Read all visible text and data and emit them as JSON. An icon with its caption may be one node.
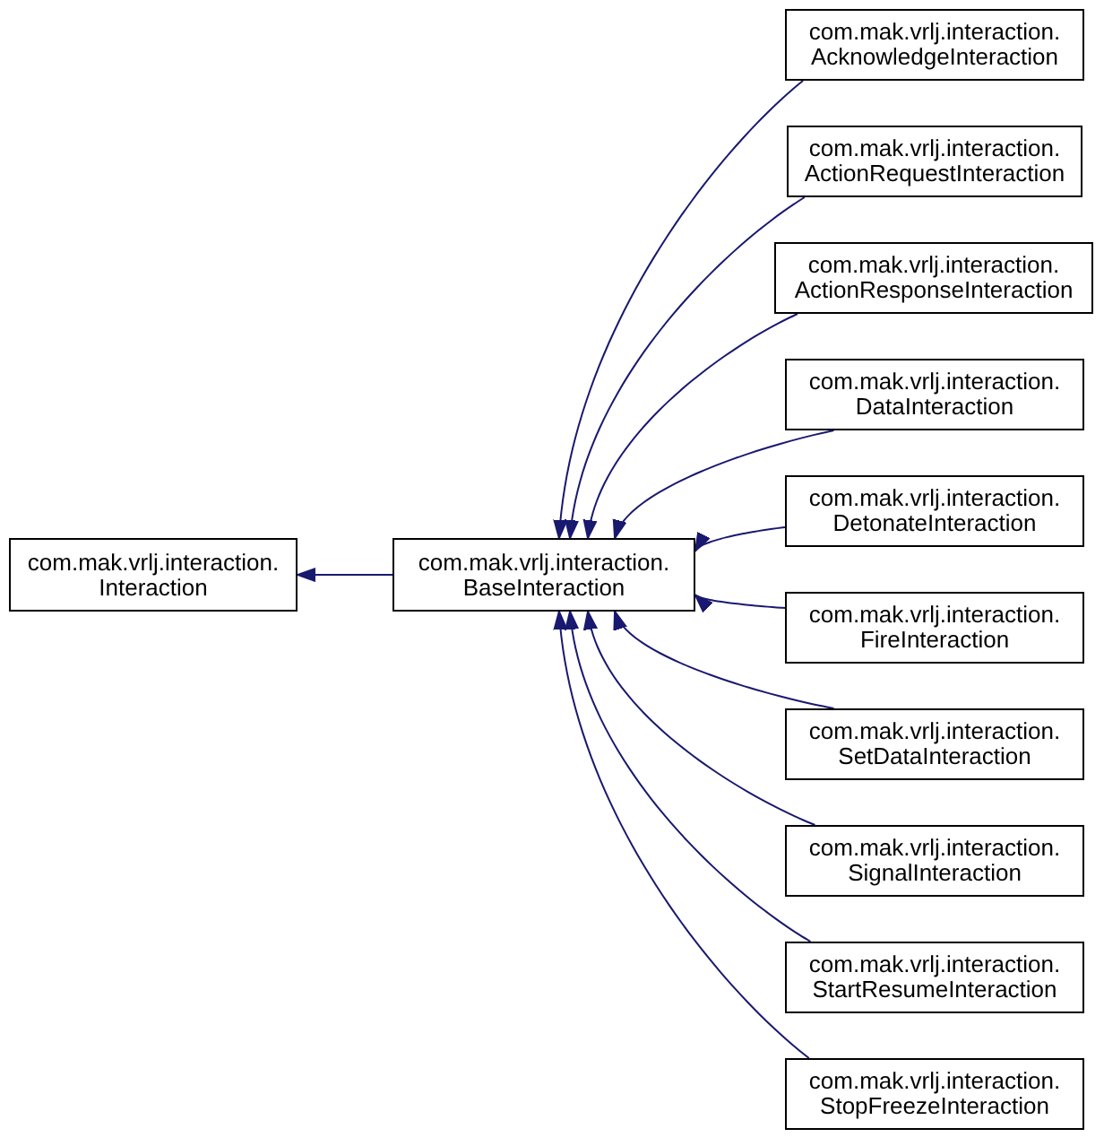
{
  "diagram": {
    "nodes": [
      {
        "text": [
          "com.mak.vrlj.interaction. Interaction"
        ]
      },
      {
        "text": [
          "com.mak.vrlj.interaction. BaseInteraction"
        ]
      },
      {
        "text": [
          "com.mak.vrlj.interaction. AcknowledgeInteraction"
        ]
      },
      {
        "text": [
          "com.mak.vrlj.interaction. ActionRequestInteraction"
        ]
      },
      {
        "text": [
          "com.mak.vrlj.interaction. ActionResponseInteraction"
        ]
      },
      {
        "text": [
          "com.mak.vrlj.interaction. DataInteraction"
        ]
      },
      {
        "text": [
          "com.mak.vrlj.interaction. DetonateInteraction"
        ]
      },
      {
        "text": [
          "com.mak.vrlj.interaction. FireInteraction"
        ]
      },
      {
        "text": [
          "com.mak.vrlj.interaction. SetDataInteraction"
        ]
      },
      {
        "text": [
          "com.mak.vrlj.interaction. SignalInteraction"
        ]
      },
      {
        "text": [
          "com.mak.vrlj.interaction. StartResumeInteraction"
        ]
      },
      {
        "text": [
          "com.mak.vrlj.interaction. StopFreezeInteraction"
        ]
      }
    ],
    "edges": [
      {
        "from": 1,
        "to": 0,
        "arrow": "to"
      },
      {
        "from": 2,
        "to": 1,
        "arrow": "to"
      },
      {
        "from": 3,
        "to": 1,
        "arrow": "to"
      },
      {
        "from": 4,
        "to": 1,
        "arrow": "to"
      },
      {
        "from": 5,
        "to": 1,
        "arrow": "to"
      },
      {
        "from": 6,
        "to": 1,
        "arrow": "to"
      },
      {
        "from": 7,
        "to": 1,
        "arrow": "to"
      },
      {
        "from": 8,
        "to": 1,
        "arrow": "to"
      },
      {
        "from": 9,
        "to": 1,
        "arrow": "to"
      },
      {
        "from": 10,
        "to": 1,
        "arrow": "to"
      },
      {
        "from": 11,
        "to": 1,
        "arrow": "to"
      }
    ]
  }
}
